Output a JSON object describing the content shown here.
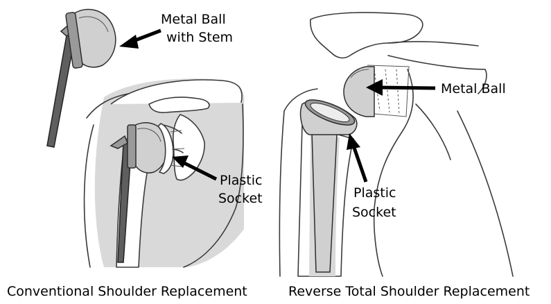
{
  "left_panel": {
    "label_metal_ball_line1": "Metal Ball",
    "label_metal_ball_line2": "with Stem",
    "label_socket_line1": "Plastic",
    "label_socket_line2": "Socket",
    "caption": "Conventional Shoulder Replacement"
  },
  "right_panel": {
    "label_metal_ball": "Metal Ball",
    "label_socket_line1": "Plastic",
    "label_socket_line2": "Socket",
    "caption": "Reverse Total Shoulder Replacement"
  }
}
